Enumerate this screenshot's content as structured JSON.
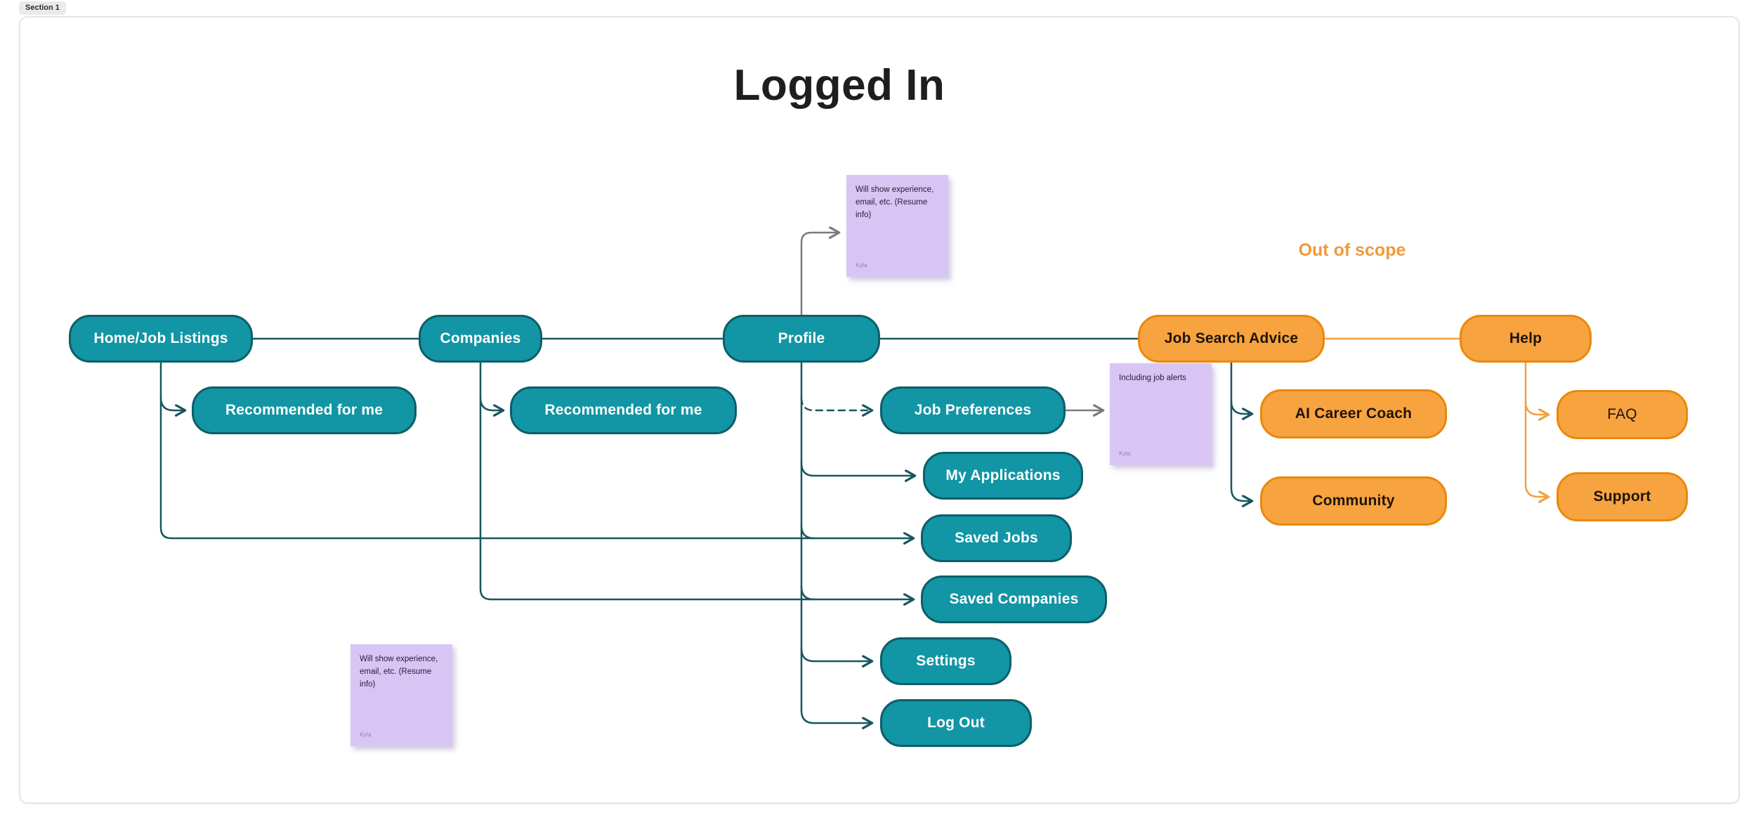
{
  "section": {
    "label": "Section 1"
  },
  "title": "Logged In",
  "out_of_scope_label": "Out of scope",
  "nodes": {
    "home_job_listings": {
      "label": "Home/Job Listings"
    },
    "companies": {
      "label": "Companies"
    },
    "profile": {
      "label": "Profile"
    },
    "job_search_advice": {
      "label": "Job Search Advice"
    },
    "help": {
      "label": "Help"
    },
    "recommended_for_me_home": {
      "label": "Recommended for me"
    },
    "recommended_for_me_companies": {
      "label": "Recommended for me"
    },
    "job_preferences": {
      "label": "Job Preferences"
    },
    "my_applications": {
      "label": "My Applications"
    },
    "saved_jobs": {
      "label": "Saved Jobs"
    },
    "saved_companies": {
      "label": "Saved Companies"
    },
    "settings": {
      "label": "Settings"
    },
    "log_out": {
      "label": "Log Out"
    },
    "ai_career_coach": {
      "label": "AI Career Coach"
    },
    "community": {
      "label": "Community"
    },
    "faq": {
      "label": "FAQ"
    },
    "support": {
      "label": "Support"
    }
  },
  "stickies": {
    "resume_note_top": {
      "text": "Will show experience, email, etc. (Resume info)",
      "author": "Kyla"
    },
    "resume_note_bottom": {
      "text": "Will show experience, email, etc. (Resume info)",
      "author": "Kyla"
    },
    "job_alerts_note": {
      "text": "Including job alerts",
      "author": "Kyla"
    }
  },
  "colors": {
    "teal_fill": "#1295A5",
    "teal_border": "#0D5E69",
    "teal_line": "#17565F",
    "orange_fill": "#F7A340",
    "orange_border": "#E8890C",
    "orange_line": "#F2A13C",
    "gray_line": "#7B7B7B",
    "sticky_purple": "#D8C5F4",
    "out_of_scope_text": "#F0993A"
  }
}
